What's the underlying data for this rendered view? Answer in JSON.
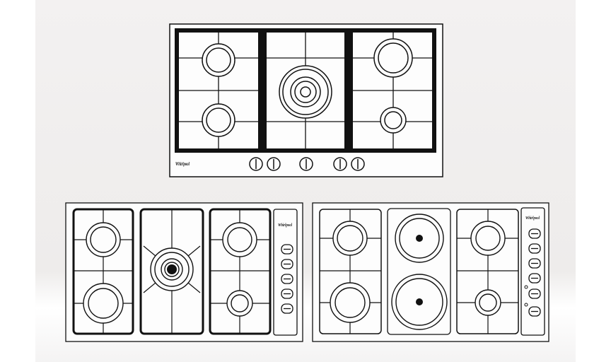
{
  "hobs": [
    {
      "id": "hob-top",
      "brand": "Whirlpool"
    },
    {
      "id": "hob-bottom-left",
      "brand": "Whirlpool"
    },
    {
      "id": "hob-bottom-right",
      "brand": "Whirlpool"
    }
  ],
  "colors": {
    "background": "#ffffff",
    "backdrop": "#efeded",
    "line": "#111111",
    "panel": "#fdfdfd"
  }
}
